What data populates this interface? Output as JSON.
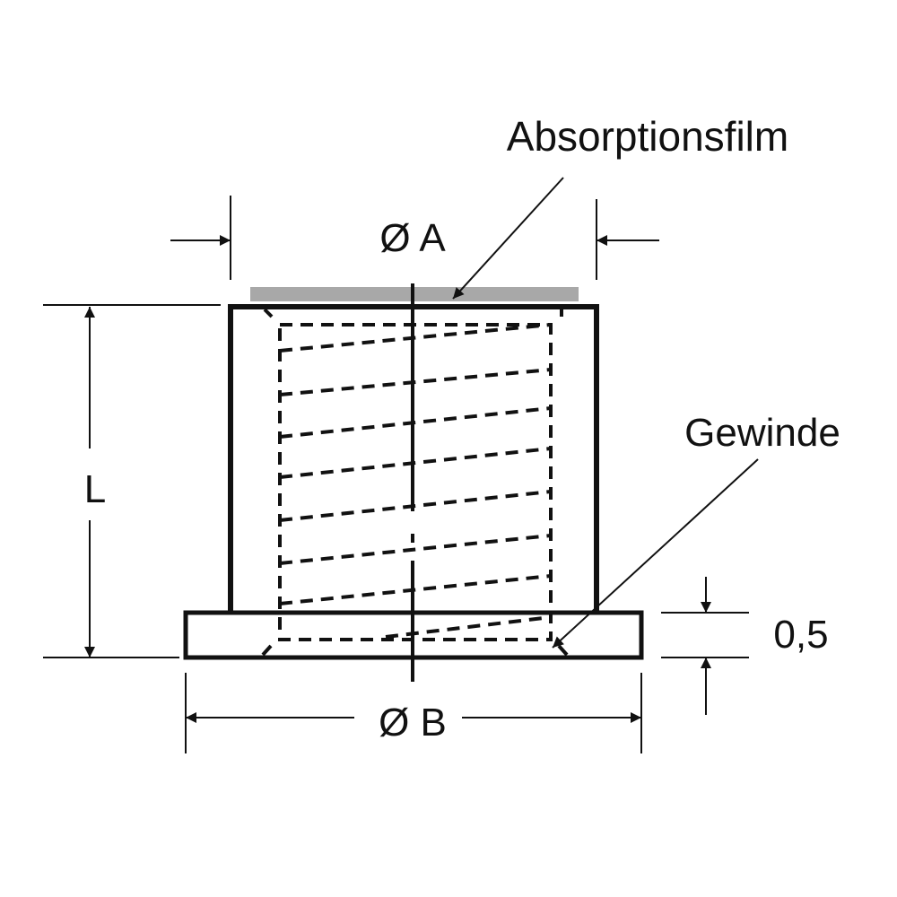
{
  "labels": {
    "absorption_film": "Absorptionsfilm",
    "thread": "Gewinde",
    "diameter_a": "Ø A",
    "diameter_b": "Ø B",
    "length": "L",
    "flange_thickness": "0,5"
  },
  "colors": {
    "line": "#111111",
    "film": "#a8a8a8"
  }
}
